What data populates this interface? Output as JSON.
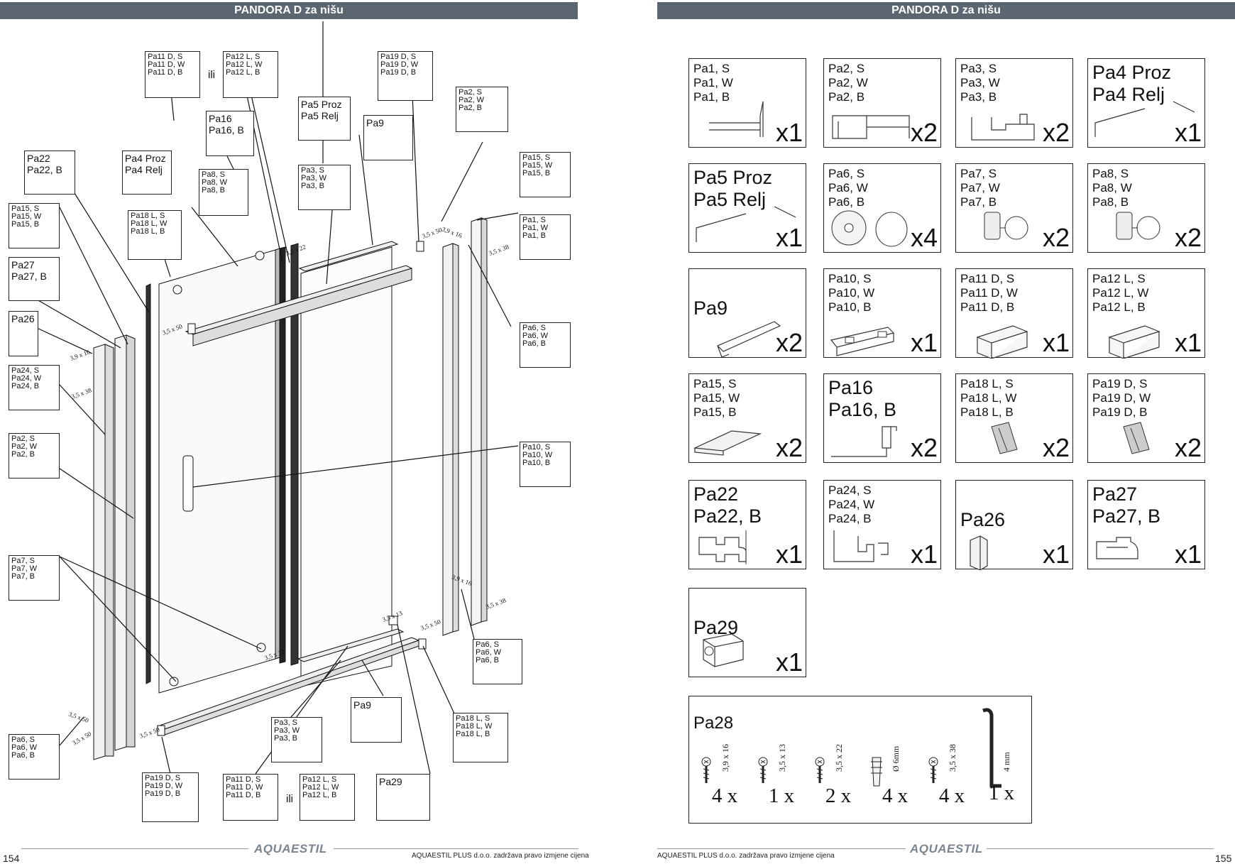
{
  "header": {
    "left_title": "PANDORA D za nišu",
    "right_title": "PANDORA D za nišu"
  },
  "left_page": {
    "labels": [
      {
        "id": "pa11d",
        "lines": "Pa11 D, S\nPa11 D, W\nPa11 D, B"
      },
      {
        "id": "ili_top",
        "lines": "ili"
      },
      {
        "id": "pa12l",
        "lines": "Pa12 L, S\nPa12 L, W\nPa12 L, B"
      },
      {
        "id": "pa19d_top",
        "lines": "Pa19 D, S\nPa19 D, W\nPa19 D, B"
      },
      {
        "id": "pa16",
        "lines": "Pa16\nPa16, B"
      },
      {
        "id": "pa5",
        "lines": "Pa5 Proz\nPa5 Relj"
      },
      {
        "id": "pa9_top",
        "lines": "Pa9"
      },
      {
        "id": "pa2_top",
        "lines": "Pa2, S\nPa2, W\nPa2, B"
      },
      {
        "id": "pa22",
        "lines": "Pa22\nPa22, B"
      },
      {
        "id": "pa4",
        "lines": "Pa4 Proz\nPa4 Relj"
      },
      {
        "id": "pa8",
        "lines": "Pa8, S\nPa8, W\nPa8, B"
      },
      {
        "id": "pa3_top",
        "lines": "Pa3, S\nPa3, W\nPa3, B"
      },
      {
        "id": "pa15_r",
        "lines": "Pa15, S\nPa15, W\nPa15, B"
      },
      {
        "id": "pa15_l",
        "lines": "Pa15, S\nPa15, W\nPa15, B"
      },
      {
        "id": "pa18l_top",
        "lines": "Pa18 L, S\nPa18 L, W\nPa18 L, B"
      },
      {
        "id": "pa1",
        "lines": "Pa1, S\nPa1, W\nPa1, B"
      },
      {
        "id": "pa27",
        "lines": "Pa27\nPa27, B"
      },
      {
        "id": "pa26",
        "lines": "Pa26"
      },
      {
        "id": "pa6_r1",
        "lines": "Pa6, S\nPa6, W\nPa6, B"
      },
      {
        "id": "pa24",
        "lines": "Pa24, S\nPa24, W\nPa24, B"
      },
      {
        "id": "pa2_l",
        "lines": "Pa2, S\nPa2, W\nPa2, B"
      },
      {
        "id": "pa10",
        "lines": "Pa10, S\nPa10, W\nPa10, B"
      },
      {
        "id": "pa7",
        "lines": "Pa7, S\nPa7, W\nPa7, B"
      },
      {
        "id": "pa6_r2",
        "lines": "Pa6, S\nPa6, W\nPa6, B"
      },
      {
        "id": "pa6_l",
        "lines": "Pa6, S\nPa6, W\nPa6, B"
      },
      {
        "id": "pa3_bot",
        "lines": "Pa3, S\nPa3, W\nPa3, B"
      },
      {
        "id": "pa9_bot",
        "lines": "Pa9"
      },
      {
        "id": "pa18l_bot",
        "lines": "Pa18 L, S\nPa18 L, W\nPa18 L, B"
      },
      {
        "id": "pa19d_bot",
        "lines": "Pa19 D, S\nPa19 D, W\nPa19 D, B"
      },
      {
        "id": "pa11d_bot",
        "lines": "Pa11 D, S\nPa11 D, W\nPa11 D, B"
      },
      {
        "id": "ili_bot",
        "lines": "ili"
      },
      {
        "id": "pa12l_bot",
        "lines": "Pa12 L, S\nPa12 L, W\nPa12 L, B"
      },
      {
        "id": "pa29",
        "lines": "Pa29"
      }
    ],
    "screw_labels": [
      "3,5 x 50",
      "3,5 x 22",
      "3,5 x 50",
      "3,9 x 16",
      "3,5 x 38",
      "3,5 x 50",
      "3,9 x 16",
      "3,5 x 38",
      "3,5 x 13",
      "3,5 x 50",
      "3,5 x 50",
      "3,9 x 16",
      "3,5 x 38",
      "3,5 x 50",
      "3,5 x 22",
      "3,5 x 50",
      "3,5 x 50",
      "3,5 x 50"
    ],
    "page_number": "154",
    "footer_note": "AQUAESTIL PLUS d.o.o. zadržava pravo izmjene cijena"
  },
  "right_page": {
    "cards": [
      {
        "lines": "Pa1, S\nPa1, W\nPa1, B",
        "qty": "x1",
        "big": false,
        "icon": "profile-pa1-icon"
      },
      {
        "lines": "Pa2, S\nPa2, W\nPa2, B",
        "qty": "x2",
        "big": false,
        "icon": "profile-pa2-icon"
      },
      {
        "lines": "Pa3, S\nPa3, W\nPa3, B",
        "qty": "x2",
        "big": false,
        "icon": "profile-pa3-icon"
      },
      {
        "lines": "Pa4 Proz\nPa4 Relj",
        "qty": "x1",
        "big": true,
        "icon": "glass-panel-icon"
      },
      {
        "lines": "Pa5 Proz\nPa5 Relj",
        "qty": "x1",
        "big": true,
        "icon": "glass-panel-icon"
      },
      {
        "lines": "Pa6, S\nPa6, W\nPa6, B",
        "qty": "x4",
        "big": false,
        "icon": "cap-icon"
      },
      {
        "lines": "Pa7, S\nPa7, W\nPa7, B",
        "qty": "x2",
        "big": false,
        "icon": "roller-icon"
      },
      {
        "lines": "Pa8, S\nPa8, W\nPa8, B",
        "qty": "x2",
        "big": false,
        "icon": "roller-icon"
      },
      {
        "lines": "Pa9",
        "qty": "x2",
        "big": true,
        "icon": "seal-strip-icon"
      },
      {
        "lines": "Pa10, S\nPa10, W\nPa10, B",
        "qty": "x1",
        "big": false,
        "icon": "handle-icon"
      },
      {
        "lines": "Pa11 D, S\nPa11 D, W\nPa11 D, B",
        "qty": "x1",
        "big": false,
        "icon": "stopper-icon"
      },
      {
        "lines": "Pa12 L, S\nPa12 L, W\nPa12 L, B",
        "qty": "x1",
        "big": false,
        "icon": "stopper-icon"
      },
      {
        "lines": "Pa15, S\nPa15, W\nPa15, B",
        "qty": "x2",
        "big": false,
        "icon": "cover-plate-icon"
      },
      {
        "lines": "Pa16\nPa16, B",
        "qty": "x2",
        "big": true,
        "icon": "profile-pa16-icon"
      },
      {
        "lines": "Pa18 L, S\nPa18 L, W\nPa18 L, B",
        "qty": "x2",
        "big": false,
        "icon": "bracket-icon"
      },
      {
        "lines": "Pa19 D, S\nPa19 D, W\nPa19 D, B",
        "qty": "x2",
        "big": false,
        "icon": "bracket-icon"
      },
      {
        "lines": "Pa22\nPa22, B",
        "qty": "x1",
        "big": true,
        "icon": "connector-icon"
      },
      {
        "lines": "Pa24, S\nPa24, W\nPa24, B",
        "qty": "x1",
        "big": false,
        "icon": "profile-pa24-icon"
      },
      {
        "lines": "Pa26",
        "qty": "x1",
        "big": true,
        "icon": "corner-profile-icon"
      },
      {
        "lines": "Pa27\nPa27, B",
        "qty": "x1",
        "big": true,
        "icon": "clip-icon"
      },
      {
        "lines": "Pa29",
        "qty": "x1",
        "big": true,
        "icon": "block-icon"
      }
    ],
    "hardware": {
      "title": "Pa28",
      "items": [
        {
          "size": "3,9 x 16",
          "qty": "4 x",
          "icon": "screw-icon"
        },
        {
          "size": "3,5 x 13",
          "qty": "1 x",
          "icon": "screw-icon"
        },
        {
          "size": "3,5 x 22",
          "qty": "2 x",
          "icon": "screw-icon"
        },
        {
          "size": "Ø 6mm",
          "qty": "4 x",
          "icon": "wall-plug-icon"
        },
        {
          "size": "3,5 x 38",
          "qty": "4 x",
          "icon": "screw-icon"
        },
        {
          "size": "4 mm",
          "qty": "1 x",
          "icon": "allen-key-icon"
        }
      ]
    },
    "page_number": "155",
    "footer_note": "AQUAESTIL PLUS d.o.o. zadržava pravo izmjene cijena"
  },
  "brand": "AQUAESTIL"
}
